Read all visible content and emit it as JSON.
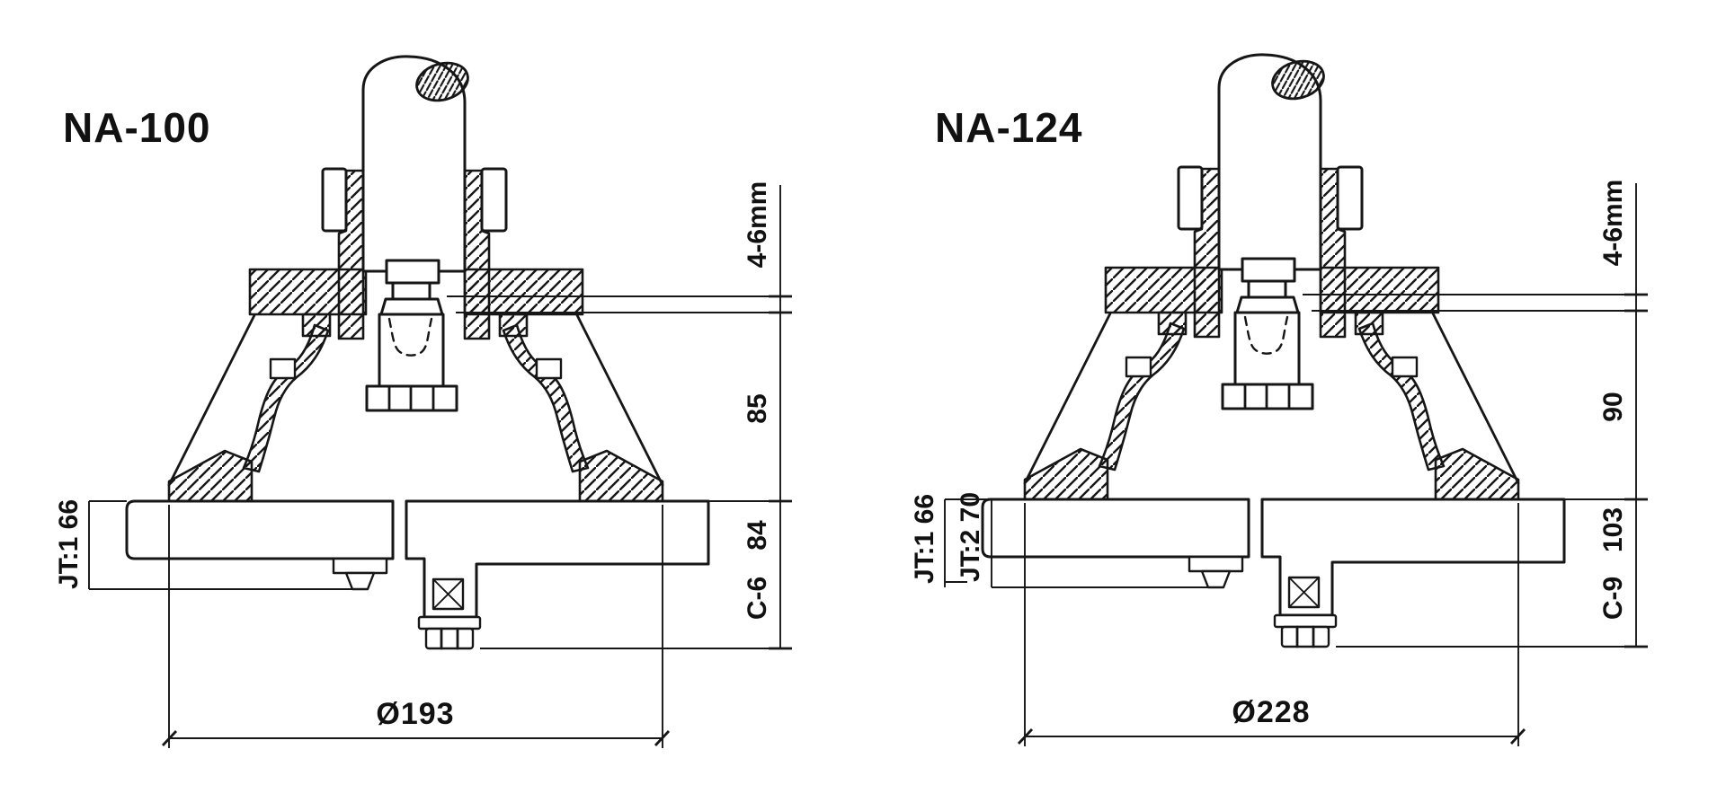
{
  "palette": {
    "line": "#161616",
    "background": "#ffffff"
  },
  "drawings": [
    {
      "model": "NA-100",
      "dimensions": {
        "blade_gap": "4-6mm",
        "body_height": "85",
        "lower_height": "84",
        "column_code": "C-6",
        "spindle_taper": "JT:1 66",
        "flange_diameter": "Ø193"
      }
    },
    {
      "model": "NA-124",
      "dimensions": {
        "blade_gap": "4-6mm",
        "body_height": "90",
        "lower_height": "103",
        "column_code": "C-9",
        "spindle_taper": "JT:1 66",
        "spindle_taper_2": "JT:2 70",
        "flange_diameter": "Ø228"
      }
    }
  ]
}
